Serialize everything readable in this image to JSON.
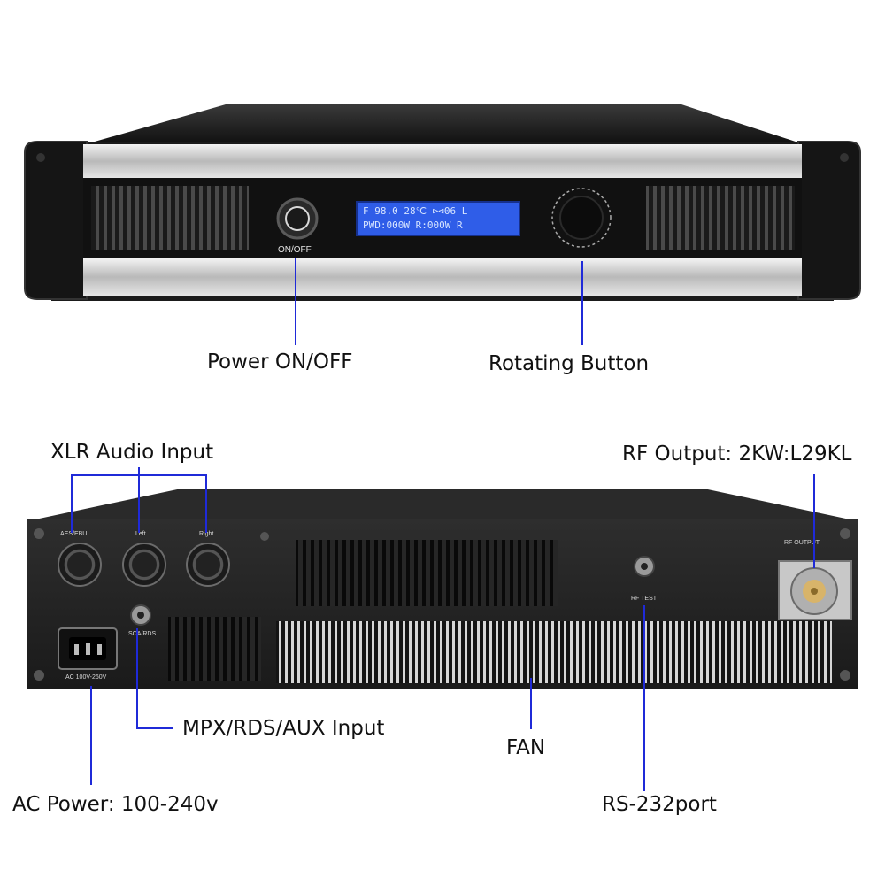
{
  "front_panel": {
    "lcd_line1": "F 98.0 28℃ ⊳⊲06 L",
    "lcd_line2": "PWD:000W R:000W R",
    "power_label": "ON/OFF"
  },
  "rear_panel": {
    "labels": {
      "aes_ebu": "AES/EBU",
      "left": "Left",
      "right": "Right",
      "sca_rds": "SCA/RDS",
      "ac": "AC 100V-260V",
      "rf_output": "RF OUTPUT",
      "rf_test": "RF TEST"
    }
  },
  "callouts": {
    "power": "Power ON/OFF",
    "rotating": "Rotating Button",
    "xlr": "XLR Audio Input",
    "rf_output": "RF Output: 2KW:L29KL",
    "mpx": "MPX/RDS/AUX Input",
    "fan": "FAN",
    "ac_power": "AC Power: 100-240v",
    "rs232": "RS-232port"
  },
  "colors": {
    "callout_line": "#1f2ad8",
    "lcd": "#2f5de8"
  }
}
